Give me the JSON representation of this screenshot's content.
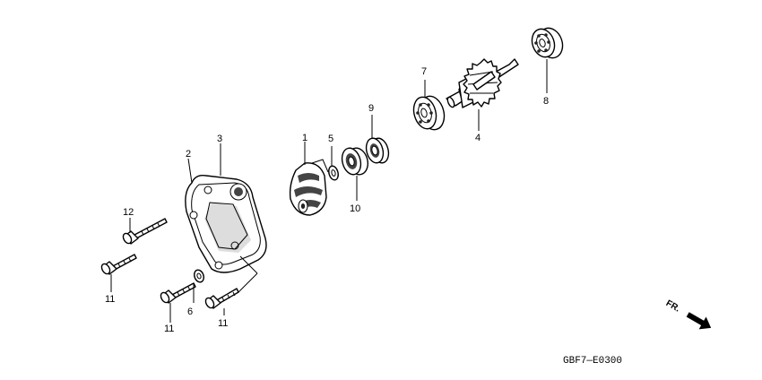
{
  "diagram": {
    "callouts": {
      "c1": "1",
      "c2": "2",
      "c3": "3",
      "c4": "4",
      "c5": "5",
      "c6": "6",
      "c7": "7",
      "c8": "8",
      "c9": "9",
      "c10": "10",
      "c11a": "11",
      "c11b": "11",
      "c11c": "11",
      "c12": "12"
    },
    "direction_label": "FR.",
    "drawing_code": "GBF7—E0300",
    "icons": [
      "front-direction-arrow-icon"
    ]
  }
}
